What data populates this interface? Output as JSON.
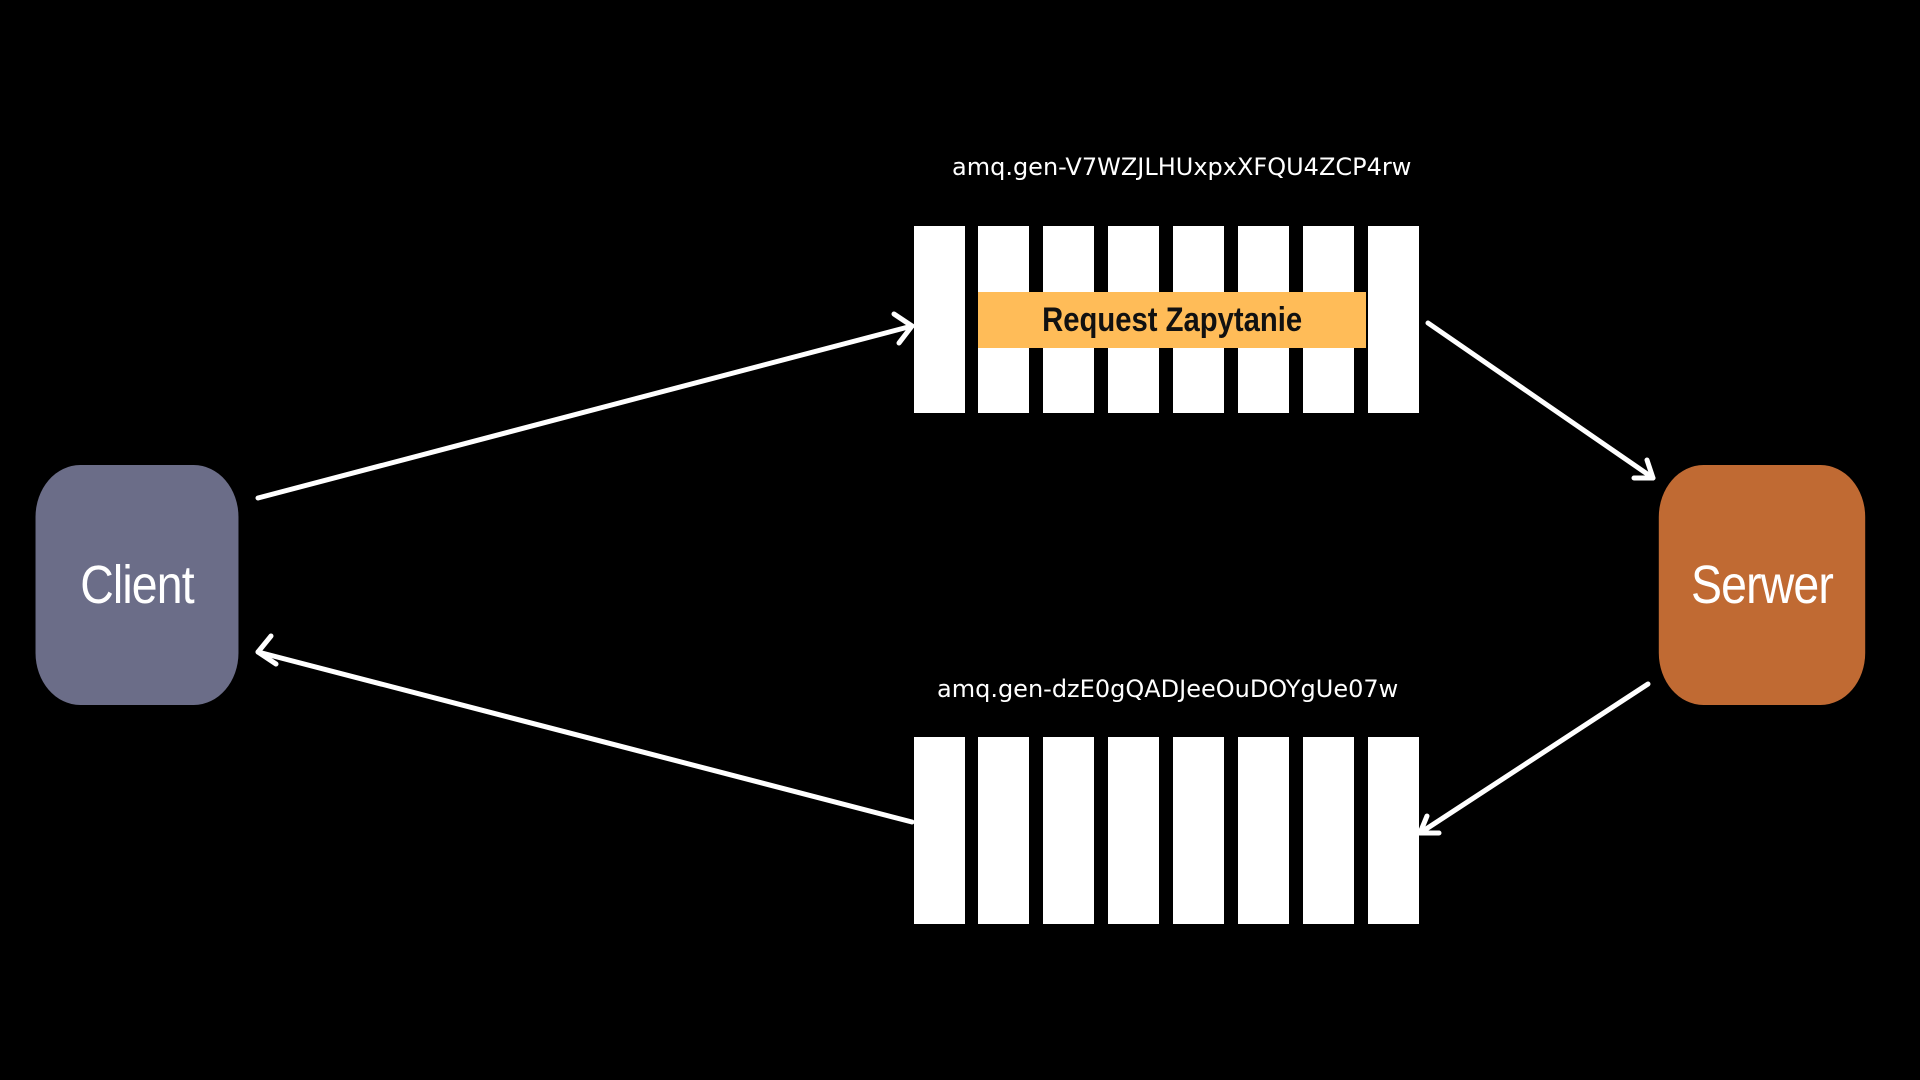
{
  "nodes": {
    "client": {
      "label": "Client",
      "color": "#6b6d88"
    },
    "server": {
      "label": "Serwer",
      "color": "#c06a33"
    }
  },
  "queues": {
    "request": {
      "name": "amq.gen-V7WZJLHUxpxXFQU4ZCP4rw",
      "slot_count": 8,
      "message": {
        "label": "Request Zapytanie",
        "color": "#ffbc58"
      }
    },
    "reply": {
      "name": "amq.gen-dzE0gQADJeeOuDOYgUe07w",
      "slot_count": 8
    }
  },
  "colors": {
    "background": "#000000",
    "arrow": "#ffffff",
    "slot": "#ffffff"
  }
}
